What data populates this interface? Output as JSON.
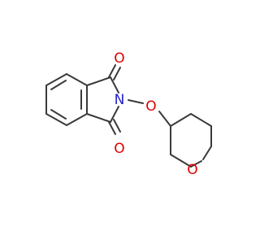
{
  "molecule": {
    "atoms": {
      "o_top": "O",
      "o_bottom": "O",
      "n_imide": "N",
      "o_link": "O",
      "o_ring": "O"
    }
  },
  "colors": {
    "bond": "#3a3a3a",
    "nitrogen": "#1f1fcc",
    "oxygen": "#e00000",
    "background": "#ffffff"
  }
}
